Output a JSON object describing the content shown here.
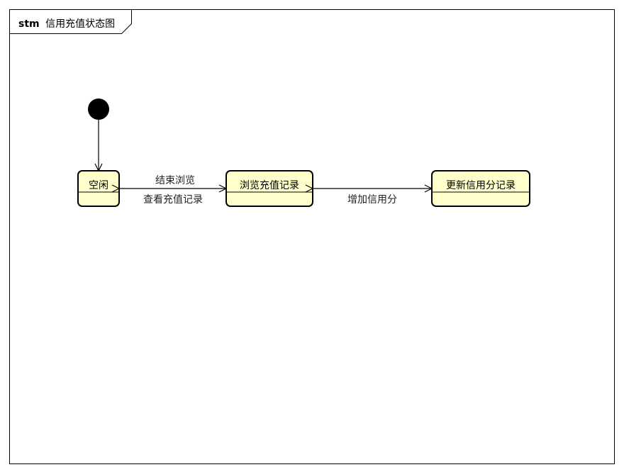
{
  "frame": {
    "keyword": "stm",
    "name": "信用充值状态图"
  },
  "states": {
    "idle": "空闲",
    "browse": "浏览充值记录",
    "update": "更新信用分记录"
  },
  "transitions": {
    "browse_to_idle": "结束浏览",
    "idle_to_browse": "查看充值记录",
    "browse_to_update": "增加信用分"
  },
  "colors": {
    "state_fill": "#ffffcc",
    "stroke": "#000000",
    "background": "#ffffff"
  }
}
